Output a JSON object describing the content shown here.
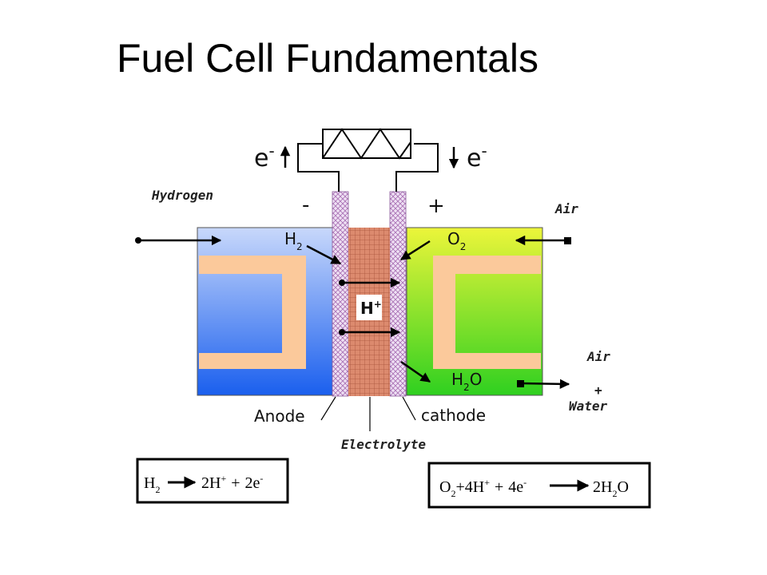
{
  "title": "Fuel Cell Fundamentals",
  "labels": {
    "electron": "e",
    "electron_sup": "-",
    "negative_terminal": "-",
    "positive_terminal": "+",
    "hydrogen_in": "Hydrogen",
    "air_in": "Air",
    "air_out": "Air",
    "plus_out": "+",
    "water_out": "Water",
    "anode": "Anode",
    "cathode": "cathode",
    "electrolyte": "Electrolyte"
  },
  "species": {
    "h2_main": "H",
    "h2_sub": "2",
    "o2_main": "O",
    "o2_sub": "2",
    "proton_main": "H",
    "proton_sup": "+",
    "water_h": "H",
    "water_sub": "2",
    "water_o": "O"
  },
  "equations": {
    "anode": {
      "h": "H",
      "h_sub": "2",
      "product_a": "2H",
      "product_a_sup": "+",
      "plus": "+",
      "product_b": "2e",
      "product_b_sup": "-"
    },
    "cathode": {
      "o": "O",
      "o_sub": "2",
      "reactant_a": "+4H",
      "reactant_a_sup": "+",
      "plus": "+",
      "reactant_b": "4e",
      "reactant_b_sup": "-",
      "product": "2H",
      "product_sub": "2",
      "product_o": "O"
    }
  },
  "colors": {
    "anode_top": "#c8d8fb",
    "anode_bottom": "#1a5fee",
    "cathode_top": "#ecf53a",
    "cathode_bottom": "#2fd020",
    "electrode": "#fbc99b",
    "electrolyte": "#d9856a",
    "membrane": "#e6cdef"
  }
}
